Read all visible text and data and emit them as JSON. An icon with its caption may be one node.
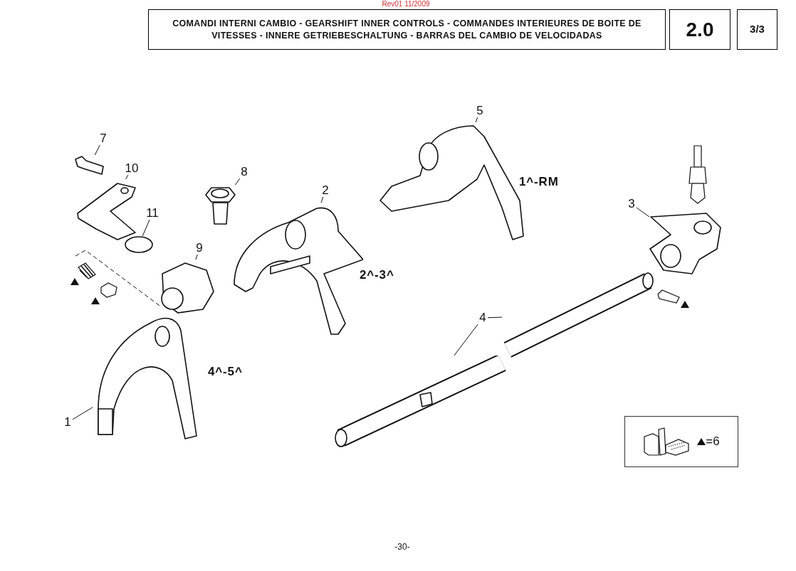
{
  "diagram": {
    "nodes": [
      {
        "text": [
          "COMANDI INTERNI CAMBIO - GEARSHIFT INNER CONTROLS - COMMANDES INTERIEURES DE BOITE DE VITESSES - INNERE GETRIEBESCHALTUNG - BARRAS DEL CAMBIO DE VELOCIDADAS"
        ]
      },
      {
        "text": [
          "2.0"
        ]
      },
      {
        "text": [
          "3/3"
        ]
      },
      {
        "text": [
          "1"
        ]
      },
      {
        "text": [],
        "shape": "picture"
      },
      {
        "text": [
          "2"
        ]
      },
      {
        "text": [],
        "shape": "picture"
      },
      {
        "text": [
          "3"
        ]
      },
      {
        "text": [],
        "shape": "picture"
      },
      {
        "text": [
          "4"
        ]
      },
      {
        "text": [],
        "shape": "picture"
      },
      {
        "text": [],
        "shape": "picture"
      },
      {
        "text": [
          "5"
        ]
      },
      {
        "text": [],
        "shape": "picture"
      },
      {
        "text": [
          "7"
        ]
      },
      {
        "text": [],
        "shape": "picture"
      },
      {
        "text": [
          "8"
        ]
      },
      {
        "text": [],
        "shape": "picture"
      },
      {
        "text": [
          "9"
        ]
      },
      {
        "text": [],
        "shape": "picture"
      },
      {
        "text": [
          "10"
        ]
      },
      {
        "text": [],
        "shape": "picture"
      },
      {
        "text": [
          "11"
        ]
      },
      {
        "text": [],
        "shape": "circle"
      },
      {
        "text": [
          "=6"
        ]
      }
    ],
    "edges": [
      {
        "from": 3,
        "to": 4,
        "arrow": "none"
      },
      {
        "from": 5,
        "to": 6,
        "arrow": "none"
      },
      {
        "from": 7,
        "to": 8,
        "arrow": "none"
      },
      {
        "from": 9,
        "to": 10,
        "arrow": "none"
      },
      {
        "from": 9,
        "to": 11,
        "arrow": "none"
      },
      {
        "from": 12,
        "to": 13,
        "arrow": "none"
      },
      {
        "from": 14,
        "to": 15,
        "arrow": "none"
      },
      {
        "from": 16,
        "to": 17,
        "arrow": "none"
      },
      {
        "from": 18,
        "to": 19,
        "arrow": "none"
      },
      {
        "from": 20,
        "to": 21,
        "arrow": "none"
      },
      {
        "from": 22,
        "to": 23,
        "arrow": "none"
      }
    ],
    "labels": [
      "Rev01 11/2009",
      "1^-RM",
      "2^-3^",
      "4^-5^",
      "-30-"
    ]
  }
}
